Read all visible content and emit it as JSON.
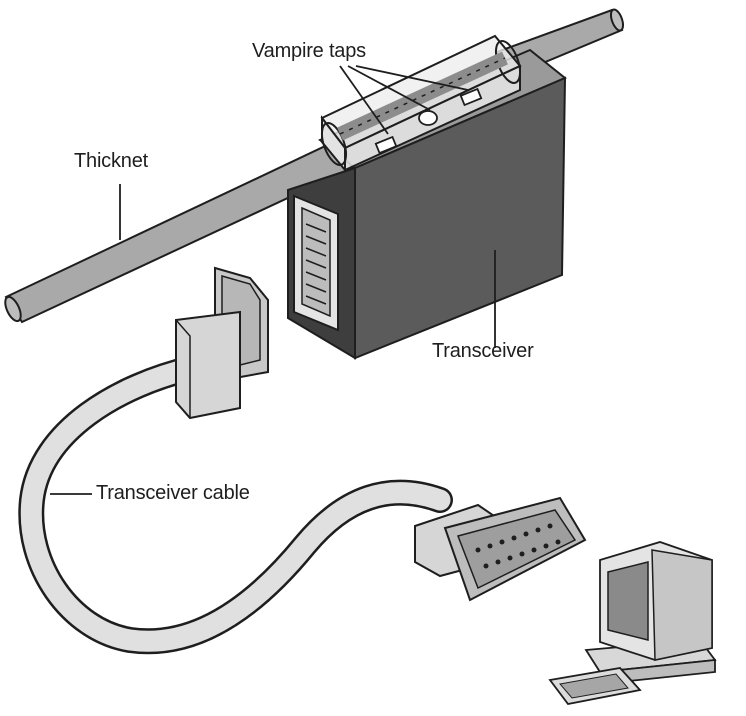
{
  "labels": {
    "vampire_taps": "Vampire taps",
    "thicknet": "Thicknet",
    "transceiver": "Transceiver",
    "transceiver_cable": "Transceiver cable"
  },
  "colors": {
    "cable_fill": "#a9a9a9",
    "transceiver_front": "#5b5b5b",
    "transceiver_side": "#3e3e3e",
    "connector_fill": "#cfcfcf",
    "line": "#1e1e1e"
  }
}
